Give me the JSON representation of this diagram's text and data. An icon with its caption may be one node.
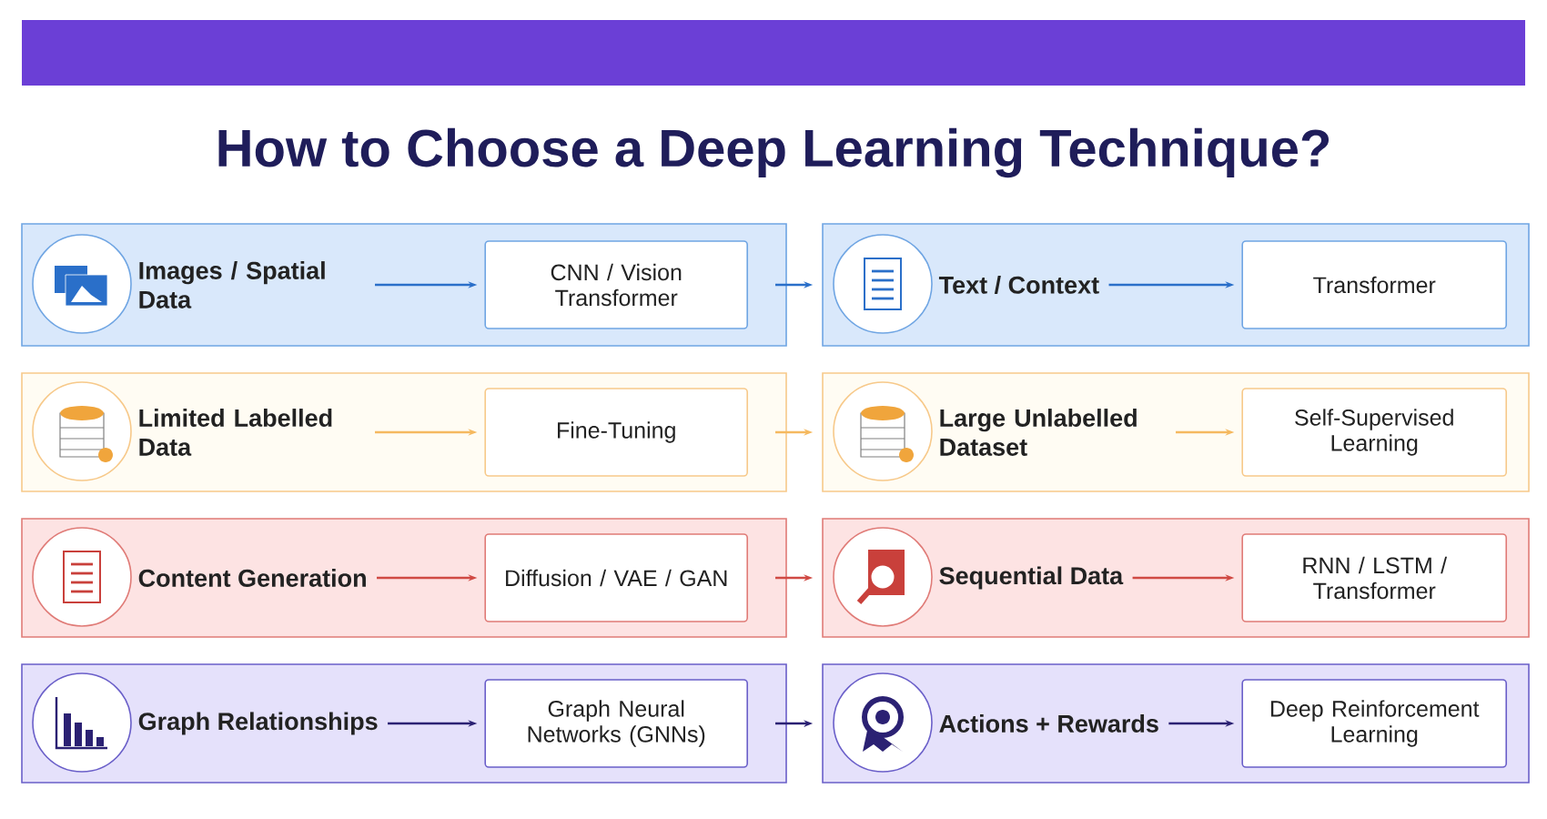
{
  "diagram": {
    "title": "How to Choose a Deep Learning Technique?",
    "nodes": [
      {
        "text": [],
        "shape": "box"
      },
      {
        "text": [
          "Images / Spatial Data"
        ],
        "in": 0
      },
      {
        "text": [
          "CNN / Vision Transformer"
        ],
        "in": 0
      },
      {
        "text": [],
        "shape": "box"
      },
      {
        "text": [
          "Text / Context"
        ],
        "in": 3
      },
      {
        "text": [
          "Transformer"
        ],
        "in": 3
      },
      {
        "text": [],
        "shape": "box"
      },
      {
        "text": [
          "Limited Labelled Data"
        ],
        "in": 6
      },
      {
        "text": [
          "Fine-Tuning"
        ],
        "in": 6
      },
      {
        "text": [],
        "shape": "box"
      },
      {
        "text": [
          "Large Unlabelled Dataset"
        ],
        "in": 9
      },
      {
        "text": [
          "Self-Supervised Learning"
        ],
        "in": 9
      },
      {
        "text": [],
        "shape": "box"
      },
      {
        "text": [
          "Content Generation"
        ],
        "in": 12
      },
      {
        "text": [
          "Diffusion / VAE / GAN"
        ],
        "in": 12
      },
      {
        "text": [],
        "shape": "box"
      },
      {
        "text": [
          "Sequential Data"
        ],
        "in": 15
      },
      {
        "text": [
          "RNN / LSTM / Transformer"
        ],
        "in": 15
      },
      {
        "text": [],
        "shape": "box"
      },
      {
        "text": [
          "Graph Relationships"
        ],
        "in": 18
      },
      {
        "text": [
          "Graph Neural Networks (GNNs)"
        ],
        "in": 18
      },
      {
        "text": [],
        "shape": "box"
      },
      {
        "text": [
          "Actions + Rewards"
        ],
        "in": 21
      },
      {
        "text": [
          "Deep Reinforcement Learning"
        ],
        "in": 21
      }
    ],
    "edges": [
      {
        "from": 1,
        "to": 2,
        "arrow": "to",
        "color": "#2a6fc9"
      },
      {
        "from": 2,
        "to": 3,
        "arrow": "to",
        "color": "#2a6fc9"
      },
      {
        "from": 4,
        "to": 5,
        "arrow": "to",
        "color": "#2a6fc9"
      },
      {
        "from": 7,
        "to": 8,
        "arrow": "to",
        "color": "#f5b95f"
      },
      {
        "from": 8,
        "to": 9,
        "arrow": "to",
        "color": "#f5b95f"
      },
      {
        "from": 10,
        "to": 11,
        "arrow": "to",
        "color": "#f5b95f"
      },
      {
        "from": 13,
        "to": 14,
        "arrow": "to",
        "color": "#d04a44"
      },
      {
        "from": 14,
        "to": 15,
        "arrow": "to",
        "color": "#d04a44"
      },
      {
        "from": 16,
        "to": 17,
        "arrow": "to",
        "color": "#d04a44"
      },
      {
        "from": 19,
        "to": 20,
        "arrow": "to",
        "color": "#2b2173"
      },
      {
        "from": 20,
        "to": 21,
        "arrow": "to",
        "color": "#2b2173"
      },
      {
        "from": 22,
        "to": 23,
        "arrow": "to",
        "color": "#2b2173"
      }
    ]
  }
}
